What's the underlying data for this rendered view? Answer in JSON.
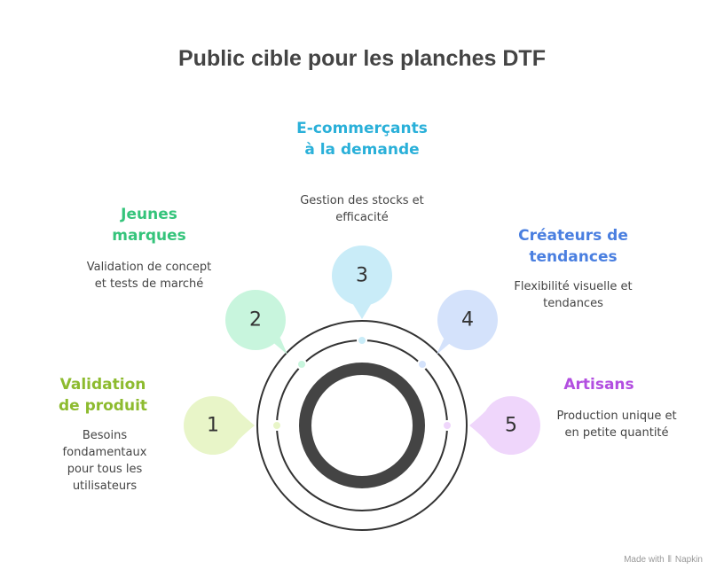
{
  "title": "Public cible pour les planches DTF",
  "segments": [
    {
      "number": "1",
      "label": "Validation de produit",
      "description": "Besoins fondamentaux pour tous les utilisateurs",
      "color": "#8dbb2f",
      "bubble": "#e8f5c8"
    },
    {
      "number": "2",
      "label": "Jeunes marques",
      "description": "Validation de concept et tests de marché",
      "color": "#35c47b",
      "bubble": "#c8f5dd"
    },
    {
      "number": "3",
      "label": "E-commerçants à la demande",
      "description": "Gestion des stocks et efficacité",
      "color": "#2ab0d9",
      "bubble": "#c9ecf8"
    },
    {
      "number": "4",
      "label": "Créateurs de tendances",
      "description": "Flexibilité visuelle et tendances",
      "color": "#4a7fe0",
      "bubble": "#d4e2fb"
    },
    {
      "number": "5",
      "label": "Artisans",
      "description": "Production unique et en petite quantité",
      "color": "#b24ee0",
      "bubble": "#efd6fb"
    }
  ],
  "footer": {
    "made_with": "Made with",
    "brand": "Napkin"
  }
}
